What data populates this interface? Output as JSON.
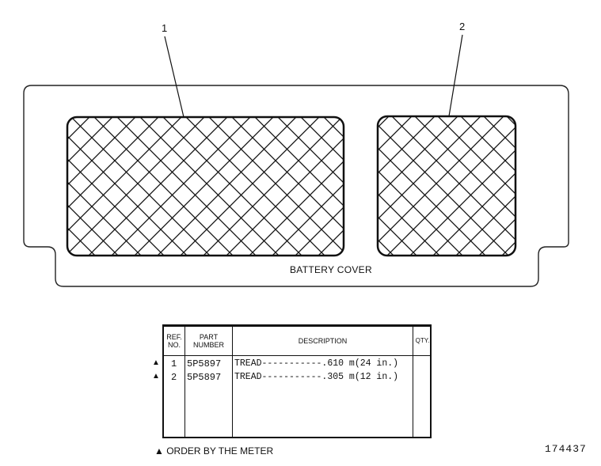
{
  "callouts": {
    "item1": "1",
    "item2": "2"
  },
  "cover_label": "BATTERY COVER",
  "table": {
    "headers": {
      "ref_no": "REF.\nNO.",
      "part_number": "PART\nNUMBER",
      "description": "DESCRIPTION",
      "qty": "QTY."
    },
    "rows": [
      {
        "marker": "▲",
        "ref": "1",
        "part": "5P5897",
        "description": "TREAD-----------.610 m(24 in.)",
        "qty": ""
      },
      {
        "marker": "▲",
        "ref": "2",
        "part": "5P5897",
        "description": "TREAD-----------.305 m(12 in.)",
        "qty": ""
      }
    ]
  },
  "footnote": "▲ ORDER BY THE METER",
  "figure_number": "174437"
}
